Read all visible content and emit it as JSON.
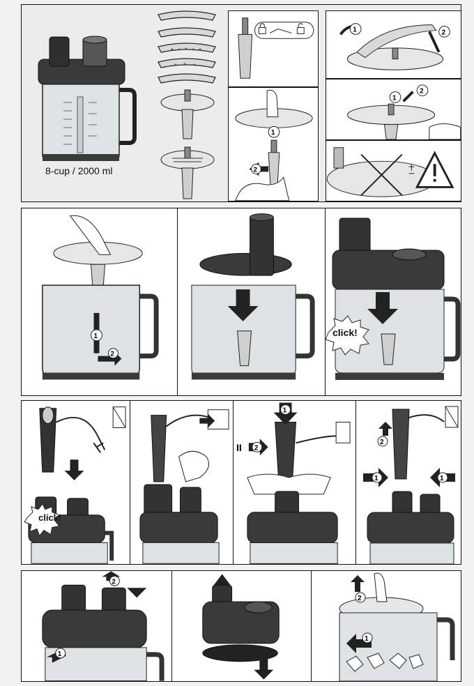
{
  "capacity_caption": "8-cup / 2000 ml",
  "click_label": "click!",
  "step_numbers": {
    "one": "1",
    "two": "2"
  },
  "pause_symbol": "II",
  "colors": {
    "body_dark": "#3a3a3a",
    "body_mid": "#5a5a5a",
    "bowl": "#e4e8ea",
    "panel_bg": "#ececec",
    "border": "#111111"
  },
  "icons": [
    "lock-closed-icon",
    "lock-open-icon",
    "warning-icon",
    "no-water-icon",
    "power-plug-icon",
    "arrow-icon"
  ]
}
